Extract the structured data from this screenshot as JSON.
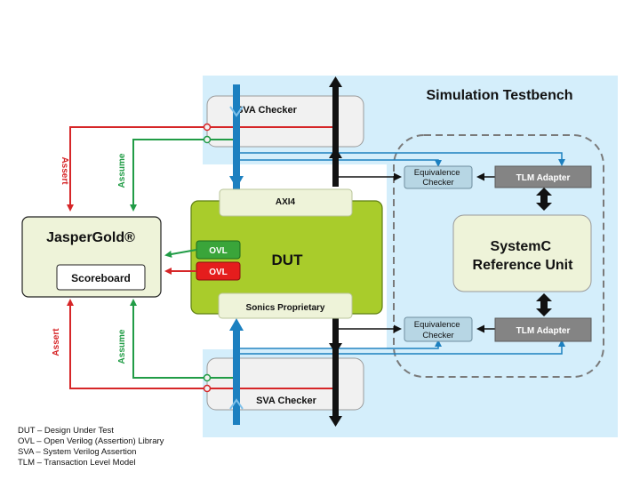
{
  "title": "Simulation Testbench",
  "boxes": {
    "sva_top": "SVA Checker",
    "sva_bottom": "SVA Checker",
    "jaspergold": "JasperGold®",
    "scoreboard": "Scoreboard",
    "dut": "DUT",
    "axi4": "AXI4",
    "sonics": "Sonics Proprietary",
    "ovl_green": "OVL",
    "ovl_red": "OVL",
    "eq_top": [
      "Equivalence",
      "Checker"
    ],
    "eq_bottom": [
      "Equivalence",
      "Checker"
    ],
    "tlm_top": "TLM Adapter",
    "tlm_bottom": "TLM Adapter",
    "systemc": [
      "SystemC",
      "Reference Unit"
    ]
  },
  "arrow_labels": {
    "assert_top": "Assert",
    "assume_top": "Assume",
    "assert_bottom": "Assert",
    "assume_bottom": "Assume"
  },
  "legend": [
    "DUT – Design Under Test",
    "OVL – Open Verilog (Assertion) Library",
    "SVA – System Verilog Assertion",
    "TLM – Transaction Level Model"
  ],
  "colors": {
    "testbench_bg": "#d4eefb",
    "box_bg": "#f1f1f1",
    "dut_green": "#a9cc2b",
    "light_green": "#eef3d9",
    "equivalence_bg": "#b7d6e4",
    "tlm_gray": "#848484",
    "assert_red": "#d62628",
    "assume_green": "#219c46",
    "bus_blue": "#1c80c0",
    "ovl_green": "#3aa53a",
    "ovl_red": "#e51d1d"
  }
}
